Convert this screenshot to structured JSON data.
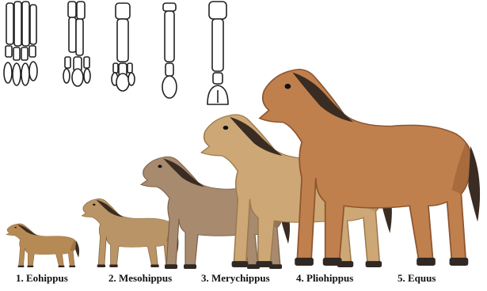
{
  "figure": {
    "species": [
      {
        "id": "eohippus",
        "label": "1. Eohippus",
        "coat": "#b58a54",
        "shade": "#8a6236"
      },
      {
        "id": "mesohippus",
        "label": "2. Mesohippus",
        "coat": "#b99466",
        "shade": "#86653f"
      },
      {
        "id": "merychippus",
        "label": "3. Merychippus",
        "coat": "#a88a6e",
        "shade": "#7b6149"
      },
      {
        "id": "pliohippus",
        "label": "4. Pliohippus",
        "coat": "#cda876",
        "shade": "#9b7a4e"
      },
      {
        "id": "equus",
        "label": "5. Equus",
        "coat": "#c0804d",
        "shade": "#8e5630"
      }
    ],
    "bone_color": "#ffffff",
    "bone_outline": "#222222",
    "mane_color": "#3a2c22",
    "hoof_color": "#2f2824"
  }
}
